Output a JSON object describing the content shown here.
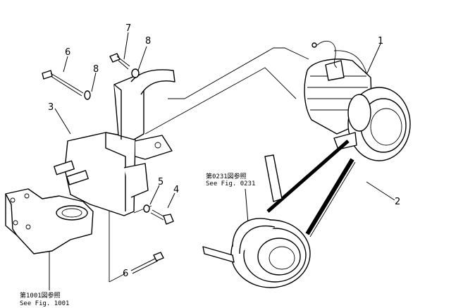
{
  "callouts": [
    {
      "id": "1",
      "label": "1"
    },
    {
      "id": "2",
      "label": "2"
    },
    {
      "id": "3",
      "label": "3"
    },
    {
      "id": "4",
      "label": "4"
    },
    {
      "id": "5",
      "label": "5"
    },
    {
      "id": "6a",
      "label": "6"
    },
    {
      "id": "6b",
      "label": "6"
    },
    {
      "id": "7",
      "label": "7"
    },
    {
      "id": "8a",
      "label": "8"
    },
    {
      "id": "8b",
      "label": "8"
    }
  ],
  "references": {
    "fig0231_jp": "第0231図参照",
    "fig0231_en": "See Fig. 0231",
    "fig1001_jp": "第1001図参照",
    "fig1001_en": "See Fig. 1001"
  }
}
